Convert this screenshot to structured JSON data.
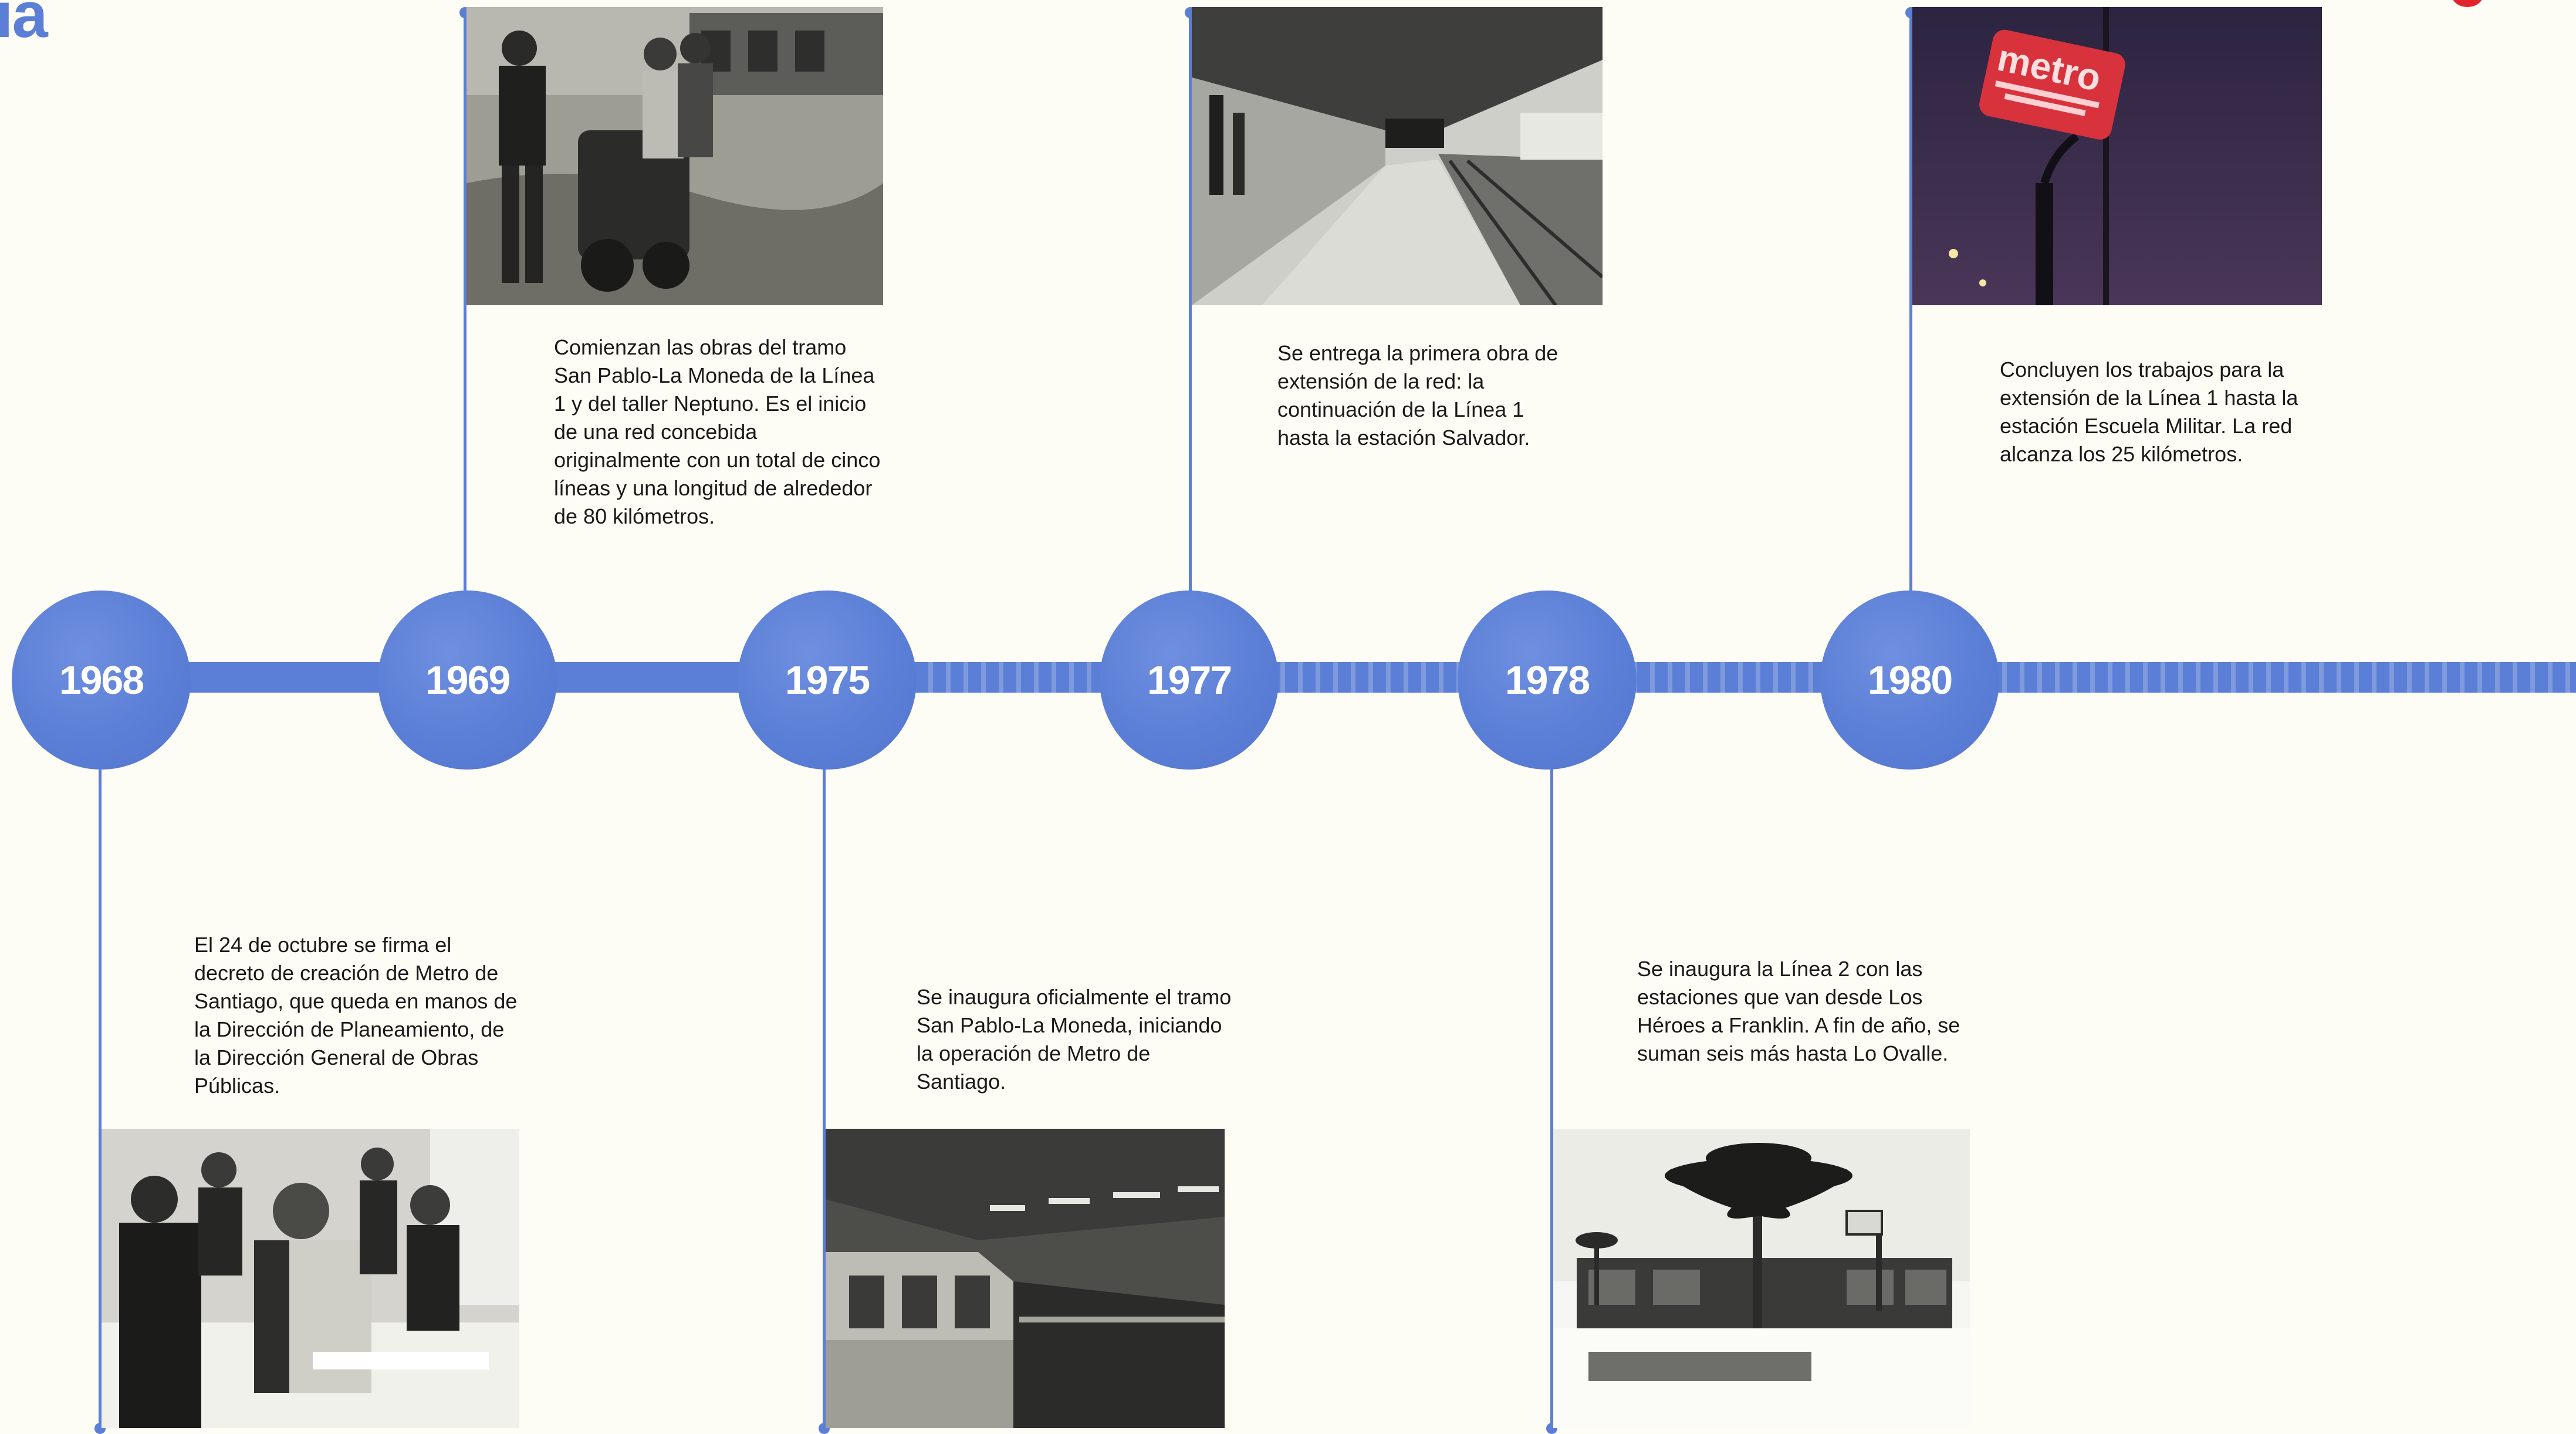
{
  "page": {
    "title_fragment": "ia",
    "accent_color": "#5b7fd6",
    "background_color": "#fdfcf5",
    "notification_dot_color": "#e2252b"
  },
  "timeline": {
    "events": [
      {
        "year": "1968",
        "caption": "El 24 de octubre se firma el decreto de creación de Metro de Santiago, que queda en manos de la Dirección de Planeamiento, de la Dirección General de Obras Públicas.",
        "photo": "signing-ceremony-photo"
      },
      {
        "year": "1969",
        "caption": "Comienzan las obras del tramo San Pablo-La Moneda de la Línea 1 y del taller Neptuno. Es el inicio de una red concebida originalmente con un total de cinco líneas y una longitud de alrededor de 80 kilómetros.",
        "photo": "construction-workers-photo"
      },
      {
        "year": "1975",
        "caption": "Se inaugura oficialmente el tramo San Pablo-La Moneda, iniciando la operación de Metro de Santiago.",
        "photo": "metro-train-photo"
      },
      {
        "year": "1977",
        "caption": "Se entrega la primera obra de extensión de la red: la continuación de la Línea 1 hasta la estación Salvador.",
        "photo": "station-platform-photo"
      },
      {
        "year": "1978",
        "caption": "Se inaugura la Línea 2 con las estaciones que van desde Los Héroes a Franklin. A fin de año, se suman seis más hasta Lo Ovalle.",
        "photo": "station-exterior-palm-photo"
      },
      {
        "year": "1980",
        "caption": "Concluyen los trabajos para la extensión de la Línea 1 hasta la estación Escuela Militar. La red alcanza los 25 kilómetros.",
        "photo": "metro-sign-night-photo",
        "sign_text": "metro"
      }
    ]
  }
}
